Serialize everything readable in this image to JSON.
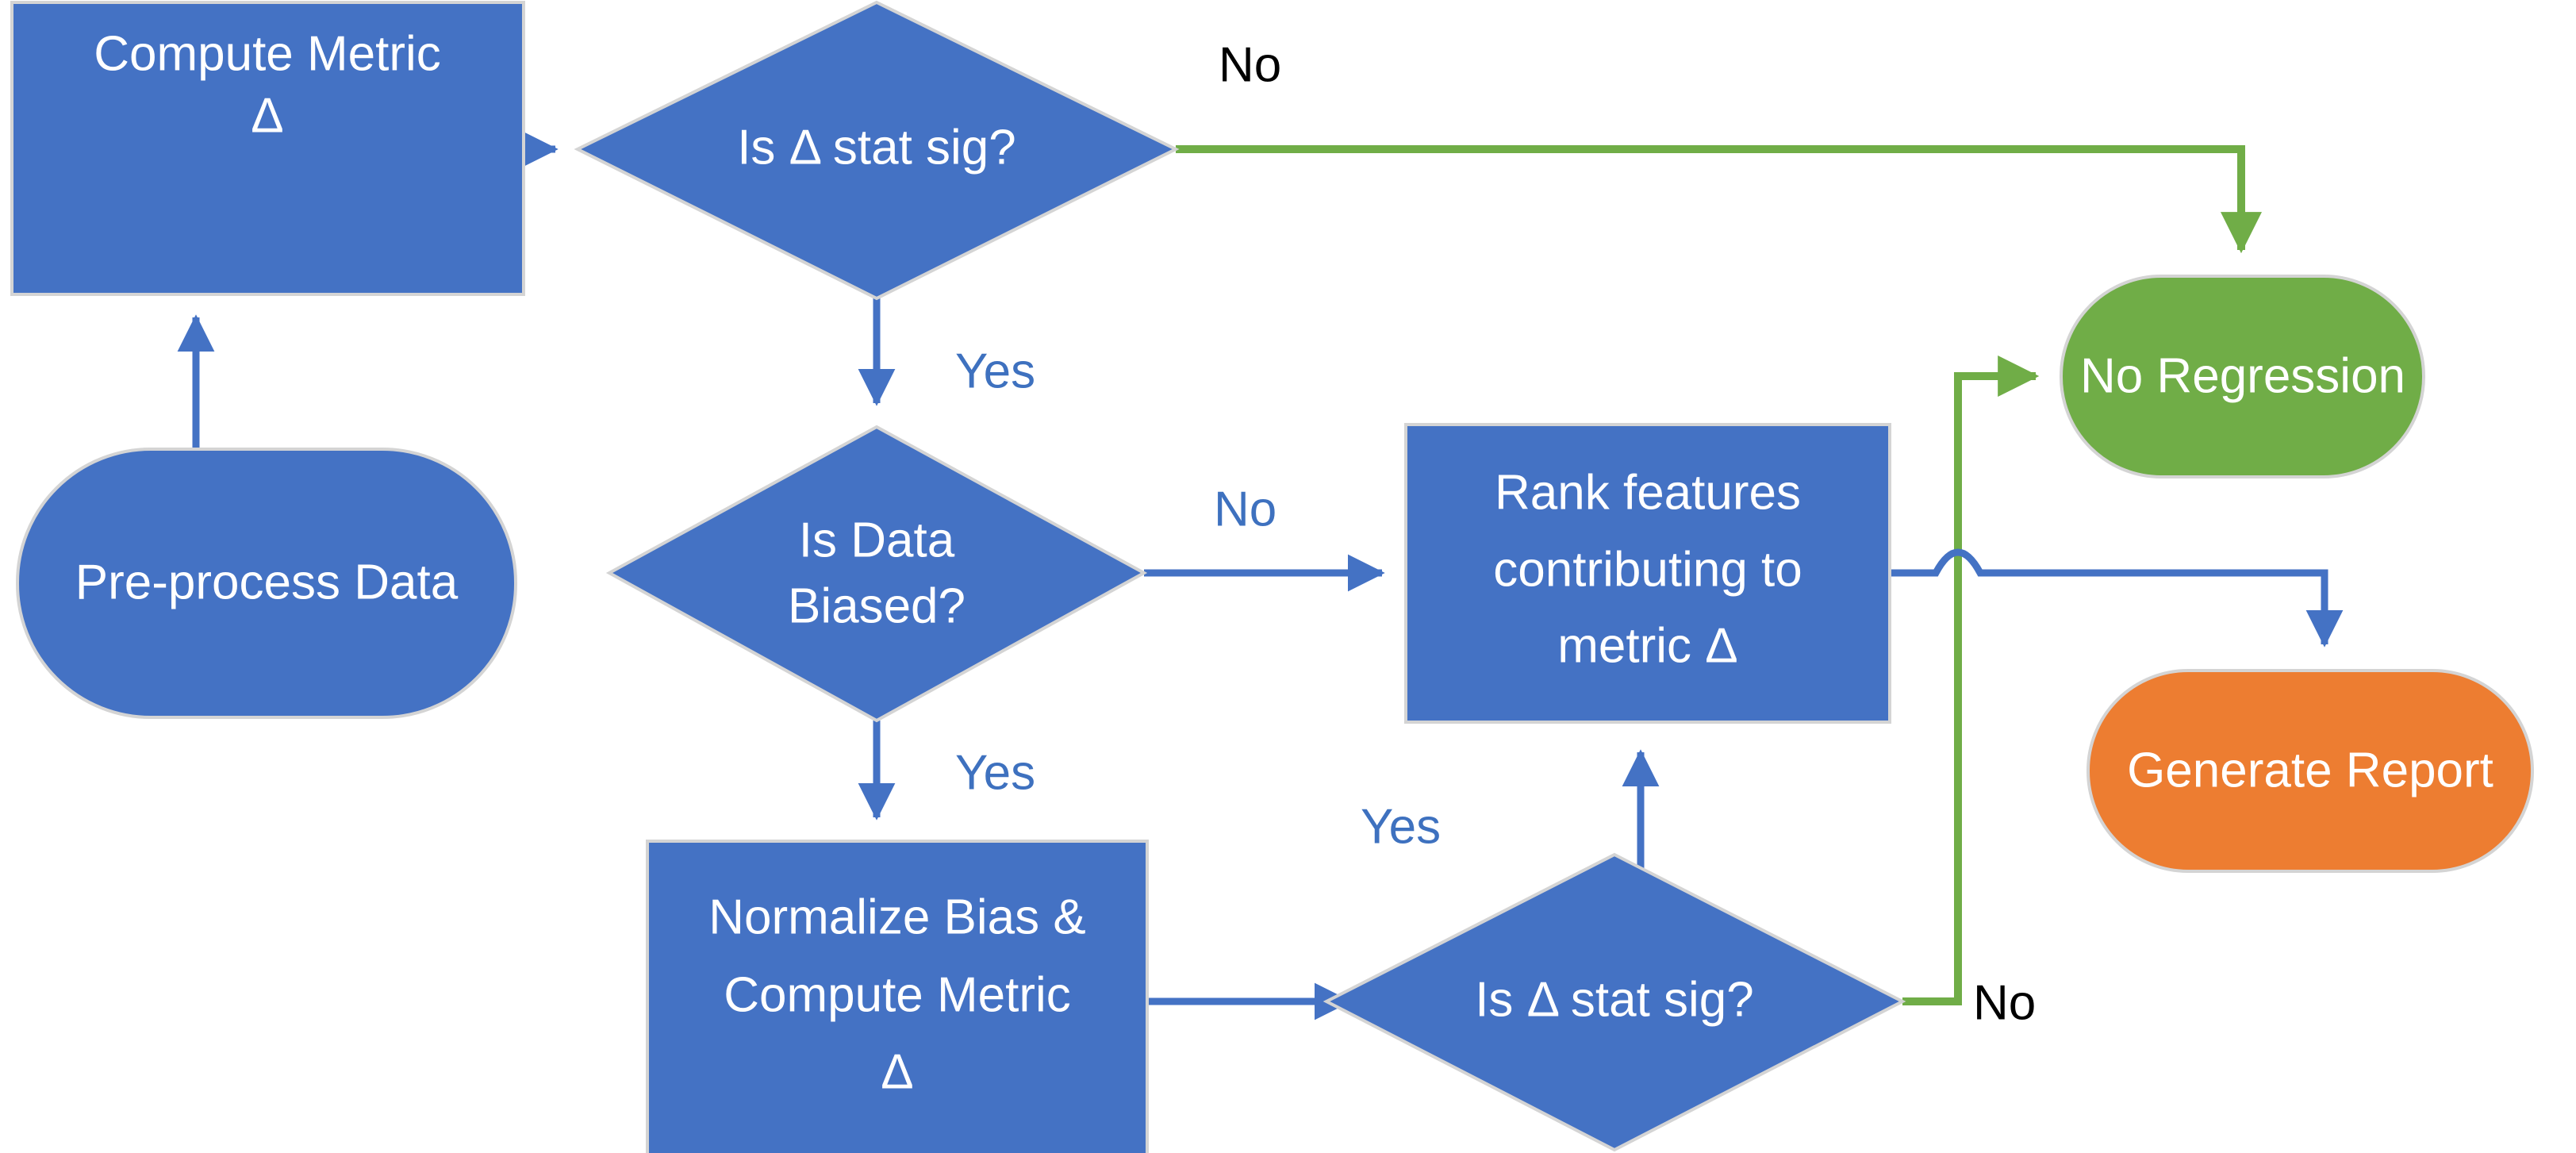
{
  "diagram": {
    "title": "Metric regression triage flowchart",
    "colors": {
      "blue_fill": "#4472c4",
      "blue_stroke": "#3e71bf",
      "green_fill": "#70ad47",
      "green_stroke": "#70ad47",
      "orange_fill": "#ed7d31",
      "shape_outline": "#d4d4d4",
      "text_on_shape": "#ffffff",
      "label_blue": "#3e71bf",
      "label_green": "#70ad47",
      "background": "#ffffff"
    },
    "nodes": [
      {
        "id": "compute-metric-delta",
        "label": "Compute Metric\nΔ",
        "shape": "rectangle",
        "color": "blue"
      },
      {
        "id": "pre-process-data",
        "label": "Pre-process Data",
        "shape": "rounded-pill",
        "color": "blue"
      },
      {
        "id": "is-delta-stat-sig-1",
        "label": "Is Δ stat sig?",
        "shape": "diamond",
        "color": "blue"
      },
      {
        "id": "is-data-biased",
        "label": "Is Data\nBiased?",
        "shape": "diamond",
        "color": "blue"
      },
      {
        "id": "rank-features",
        "label": "Rank features\ncontributing to\nmetric Δ",
        "shape": "rectangle",
        "color": "blue"
      },
      {
        "id": "normalize-bias",
        "label": "Normalize Bias &\nCompute Metric\nΔ",
        "shape": "rectangle",
        "color": "blue"
      },
      {
        "id": "is-delta-stat-sig-2",
        "label": "Is Δ stat sig?",
        "shape": "diamond",
        "color": "blue"
      },
      {
        "id": "no-regression",
        "label": "No Regression",
        "shape": "rounded-pill",
        "color": "green"
      },
      {
        "id": "generate-report",
        "label": "Generate Report",
        "shape": "rounded-pill",
        "color": "orange"
      }
    ],
    "node_text": {
      "compute_metric_line1": "Compute Metric",
      "compute_metric_line2": "Δ",
      "pre_process_data": "Pre-process Data",
      "is_delta_stat_sig_1": "Is Δ stat sig?",
      "is_data_biased_line1": "Is Data",
      "is_data_biased_line2": "Biased?",
      "rank_features_line1": "Rank features",
      "rank_features_line2": "contributing to",
      "rank_features_line3": "metric Δ",
      "normalize_bias_line1": "Normalize Bias &",
      "normalize_bias_line2": "Compute Metric",
      "normalize_bias_line3": "Δ",
      "is_delta_stat_sig_2": "Is Δ stat sig?",
      "no_regression": "No Regression",
      "generate_report": "Generate Report"
    },
    "edges": [
      {
        "id": "preprocess-to-compute",
        "from": "pre-process-data",
        "to": "compute-metric-delta",
        "label": "",
        "color": "blue"
      },
      {
        "id": "compute-to-statsig1",
        "from": "compute-metric-delta",
        "to": "is-delta-stat-sig-1",
        "label": "",
        "color": "blue"
      },
      {
        "id": "statsig1-no-to-noregress",
        "from": "is-delta-stat-sig-1",
        "to": "no-regression",
        "label": "No",
        "color": "green"
      },
      {
        "id": "statsig1-yes-to-biased",
        "from": "is-delta-stat-sig-1",
        "to": "is-data-biased",
        "label": "Yes",
        "color": "blue"
      },
      {
        "id": "biased-no-to-rank",
        "from": "is-data-biased",
        "to": "rank-features",
        "label": "No",
        "color": "blue"
      },
      {
        "id": "biased-yes-to-normalize",
        "from": "is-data-biased",
        "to": "normalize-bias",
        "label": "Yes",
        "color": "blue"
      },
      {
        "id": "normalize-to-statsig2",
        "from": "normalize-bias",
        "to": "is-delta-stat-sig-2",
        "label": "",
        "color": "blue"
      },
      {
        "id": "statsig2-yes-to-rank",
        "from": "is-delta-stat-sig-2",
        "to": "rank-features",
        "label": "Yes",
        "color": "blue"
      },
      {
        "id": "statsig2-no-to-noregress",
        "from": "is-delta-stat-sig-2",
        "to": "no-regression",
        "label": "No",
        "color": "green"
      },
      {
        "id": "rank-to-generate-report",
        "from": "rank-features",
        "to": "generate-report",
        "label": "",
        "color": "blue"
      }
    ],
    "edge_labels": {
      "statsig1_no": "No",
      "statsig1_yes": "Yes",
      "biased_no": "No",
      "biased_yes": "Yes",
      "statsig2_yes": "Yes",
      "statsig2_no": "No"
    }
  }
}
